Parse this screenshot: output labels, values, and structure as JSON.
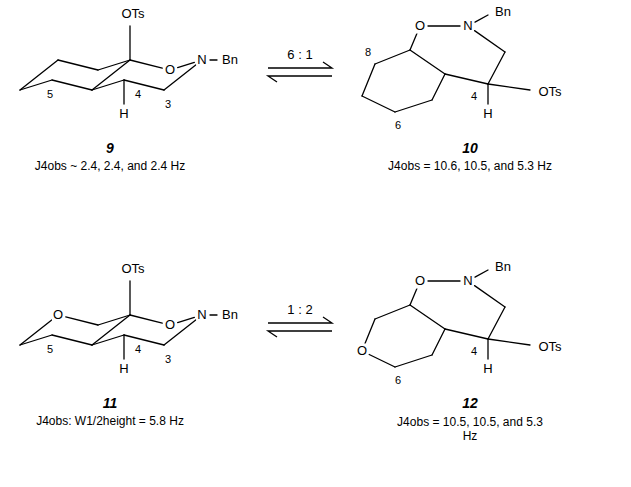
{
  "diagram": {
    "labels": [
      "OTs",
      "O",
      "N",
      "Bn",
      "H",
      "4",
      "3",
      "5",
      "9",
      "J4obs ~ 2.4, 2.4, and 2.4 Hz",
      "6 : 1",
      "O",
      "N",
      "Bn",
      "8",
      "6",
      "4",
      "OTs",
      "H",
      "10",
      "J4obs = 10.6, 10.5, and 5.3 Hz",
      "OTs",
      "O",
      "O",
      "N",
      "Bn",
      "H",
      "4",
      "3",
      "5",
      "11",
      "J4obs: W1/2height = 5.8 Hz",
      "1 : 2",
      "O",
      "N",
      "Bn",
      "O",
      "6",
      "4",
      "OTs",
      "H",
      "12",
      "J4obs = 10.5, 10.5, and 5.3 Hz"
    ]
  }
}
